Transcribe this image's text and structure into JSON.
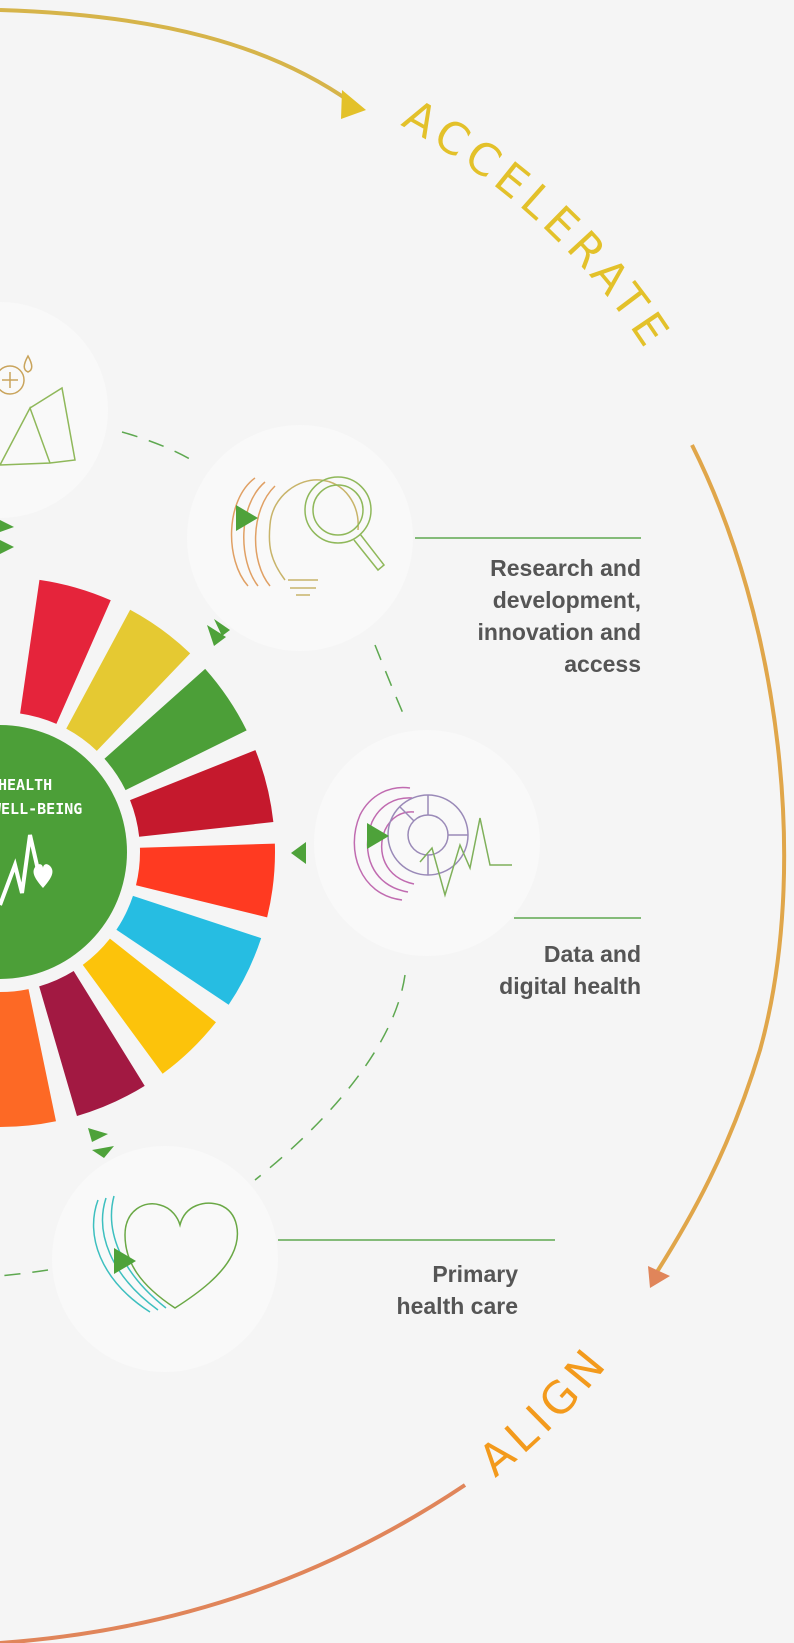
{
  "ring_words": {
    "accelerate": "ACCELERATE",
    "align": "ALIGN"
  },
  "center_goal": {
    "line1": "HEALTH",
    "line2": "WELL-BEING",
    "color": "#4c9f38"
  },
  "topics": [
    {
      "line1": "Research and",
      "line2": "development,",
      "line3": "innovation and",
      "line4": "access",
      "icon": "lightbulb-magnifier-icon"
    },
    {
      "line1": "Data and",
      "line2": "digital health",
      "icon": "data-wheel-pulse-icon"
    },
    {
      "line1": "Primary",
      "line2": "health care",
      "icon": "heart-icon"
    }
  ],
  "top_icon": "tent-blood-drop-icon",
  "colors": {
    "accelerate": "#e3c12a",
    "align": "#f39a1c",
    "arc_top": "#d6b44a",
    "arc_bottom": "#e0855a",
    "green": "#4ea23a",
    "text": "#555555",
    "wheel": [
      "#e5243b",
      "#e5c932",
      "#4c9f38",
      "#c5192d",
      "#ff3a21",
      "#26bde2",
      "#fcc30b",
      "#a21942",
      "#fd6925"
    ]
  }
}
